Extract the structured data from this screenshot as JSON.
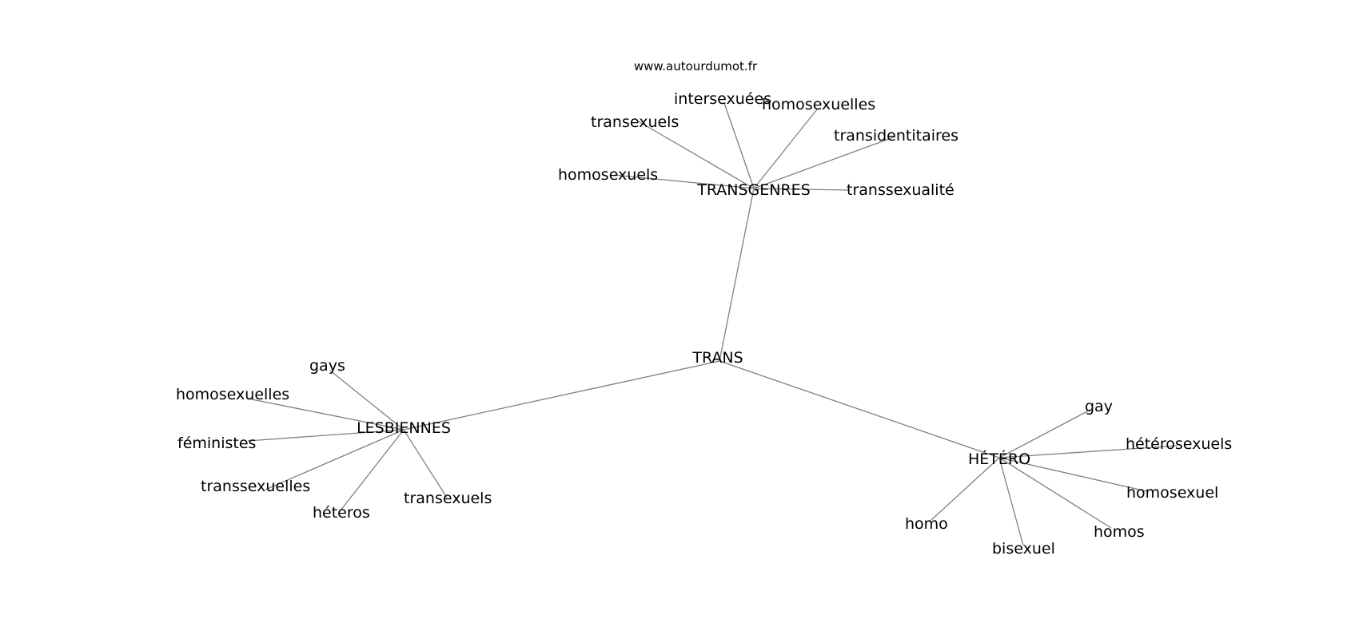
{
  "title": "www.autourdumot.fr",
  "graph": {
    "root": "TRANS",
    "clusters": [
      {
        "name": "TRANSGENRES",
        "related": [
          "intersexuées",
          "homosexuelles",
          "transexuels",
          "transidentitaires",
          "homosexuels",
          "transsexualité"
        ]
      },
      {
        "name": "LESBIENNES",
        "related": [
          "gays",
          "homosexuelles",
          "féministes",
          "transsexuelles",
          "héteros",
          "transexuels"
        ]
      },
      {
        "name": "HÉTÉRO",
        "related": [
          "gay",
          "hétérosexuels",
          "homosexuel",
          "homos",
          "homo",
          "bisexuel"
        ]
      }
    ]
  },
  "colors": {
    "edge": "#808080",
    "text": "#000000",
    "background": "#ffffff"
  }
}
